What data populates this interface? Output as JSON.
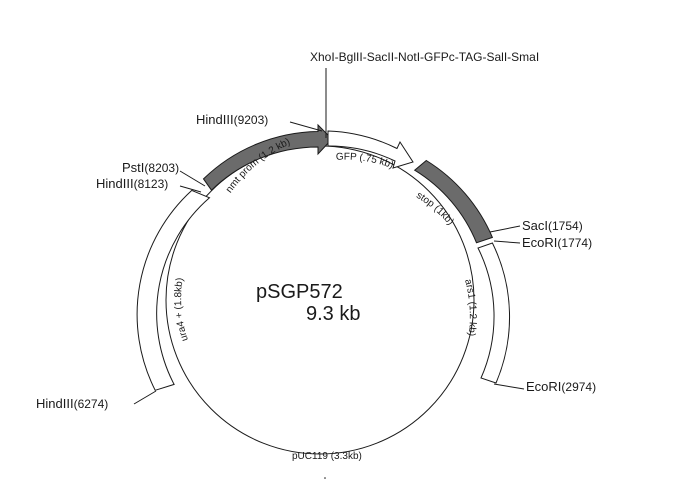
{
  "plasmid": {
    "name": "pSGP572",
    "size": "9.3 kb"
  },
  "mcs_label": "XhoI-BglII-SacII-NotI-GFPc-TAG-SalI-SmaI",
  "sites": [
    {
      "enzyme": "HindIII",
      "pos": "(9203)"
    },
    {
      "enzyme": "PstI",
      "pos": "(8203)"
    },
    {
      "enzyme": "HindIII",
      "pos": "(8123)"
    },
    {
      "enzyme": "SacI",
      "pos": "(1754)"
    },
    {
      "enzyme": "EcoRI",
      "pos": "(1774)"
    },
    {
      "enzyme": "EcoRI",
      "pos": "(2974)"
    },
    {
      "enzyme": "HindIII",
      "pos": "(6274)"
    }
  ],
  "segments": [
    {
      "label": "nmt prom (1.2 kb)"
    },
    {
      "label": "GFP (.75 kb)"
    },
    {
      "label": "stop (1kb)"
    },
    {
      "label": "ars1 (1.2 kb)"
    },
    {
      "label": "pUC119 (3.3kb)"
    },
    {
      "label": "ura4 + (1.8kb)"
    }
  ],
  "colors": {
    "line": "#1a1a1a",
    "shaded": "#6b6b6b",
    "box": "#ffffff"
  }
}
